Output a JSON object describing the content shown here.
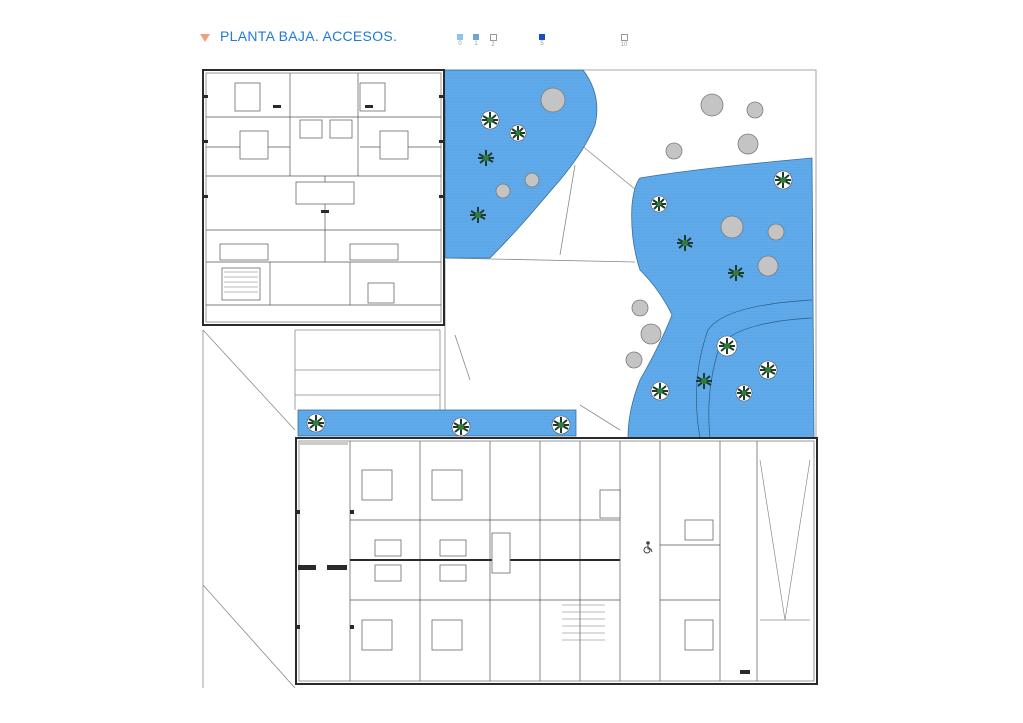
{
  "header": {
    "title": "PLANTA BAJA. ACCESOS."
  },
  "scale": [
    {
      "label": "0",
      "color": "#8fc3ee"
    },
    {
      "label": "1",
      "color": "#6da6cf"
    },
    {
      "label": "2",
      "color": "#ffffff"
    },
    {
      "label": "5",
      "color": "#1a4fbf"
    },
    {
      "label": "10",
      "color": "#ffffff"
    }
  ],
  "colors": {
    "water": "#5aa6e8",
    "wall": "#2a2a2a",
    "line": "#6d6d6d",
    "tree": "#c4c4c4",
    "accent_title": "#1f7ad6",
    "marker": "#f0a07a"
  },
  "icons": {
    "header_marker": "triangle-down-icon",
    "accessibility": "wheelchair-icon",
    "trees": "tree-icon",
    "plants": "plant-icon"
  }
}
